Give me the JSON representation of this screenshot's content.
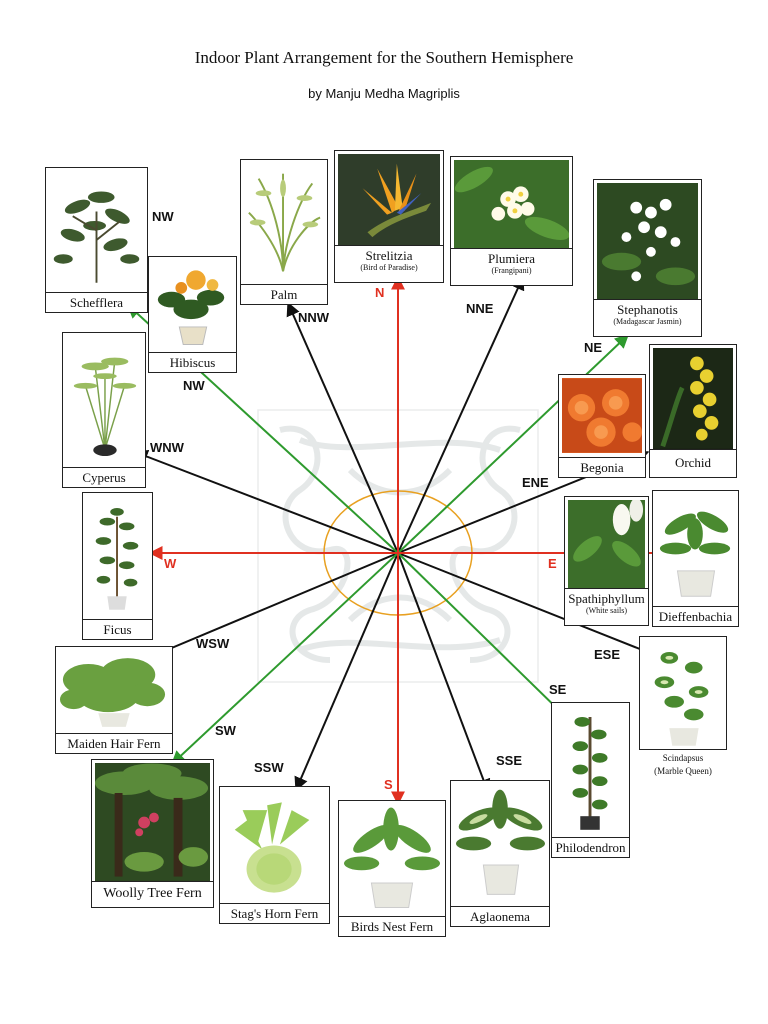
{
  "title": "Indoor Plant Arrangement for the Southern Hemisphere",
  "subtitle": "by Manju Medha Magriplis",
  "directions": {
    "N": "N",
    "S": "S",
    "E": "E",
    "W": "W",
    "NW_top": "NW",
    "NW_inner": "NW",
    "NNW": "NNW",
    "NNE": "NNE",
    "NE": "NE",
    "WNW": "WNW",
    "ENE": "ENE",
    "WSW": "WSW",
    "ESE": "ESE",
    "SW": "SW",
    "SE": "SE",
    "SSW": "SSW",
    "SSE": "SSE"
  },
  "plants": {
    "schefflera": {
      "name": "Schefflera",
      "sub": ""
    },
    "palm": {
      "name": "Palm",
      "sub": ""
    },
    "strelitzia": {
      "name": "Strelitzia",
      "sub": "(Bird of Paradise)"
    },
    "plumiera": {
      "name": "Plumiera",
      "sub": "(Frangipani)"
    },
    "stephanotis": {
      "name": "Stephanotis",
      "sub": "(Madagascar Jasmin)"
    },
    "hibiscus": {
      "name": "Hibiscus",
      "sub": ""
    },
    "cyperus": {
      "name": "Cyperus",
      "sub": ""
    },
    "begonia": {
      "name": "Begonia",
      "sub": ""
    },
    "orchid": {
      "name": "Orchid",
      "sub": ""
    },
    "ficus": {
      "name": "Ficus",
      "sub": ""
    },
    "spathiphyllum": {
      "name": "Spathiphyllum",
      "sub": "(White sails)"
    },
    "dieffenbachia": {
      "name": "Dieffenbachia",
      "sub": ""
    },
    "maiden_hair_fern": {
      "name": "Maiden Hair Fern",
      "sub": ""
    },
    "scindapsus": {
      "name": "Scindapsus",
      "sub": "(Marble Queen)"
    },
    "philodendron": {
      "name": "Philodendron",
      "sub": ""
    },
    "woolly_tree_fern": {
      "name": "Woolly Tree Fern",
      "sub": ""
    },
    "stags_horn_fern": {
      "name": "Stag's Horn Fern",
      "sub": ""
    },
    "birds_nest_fern": {
      "name": "Birds Nest Fern",
      "sub": ""
    },
    "aglaonema": {
      "name": "Aglaonema",
      "sub": ""
    }
  },
  "colors": {
    "cardinal_arrow": "#e03020",
    "ordinal_arrow": "#2e9a2e",
    "secondary_arrow": "#111111",
    "center_circle": "#e8a020",
    "background_pattern": "#d8dcdc"
  }
}
